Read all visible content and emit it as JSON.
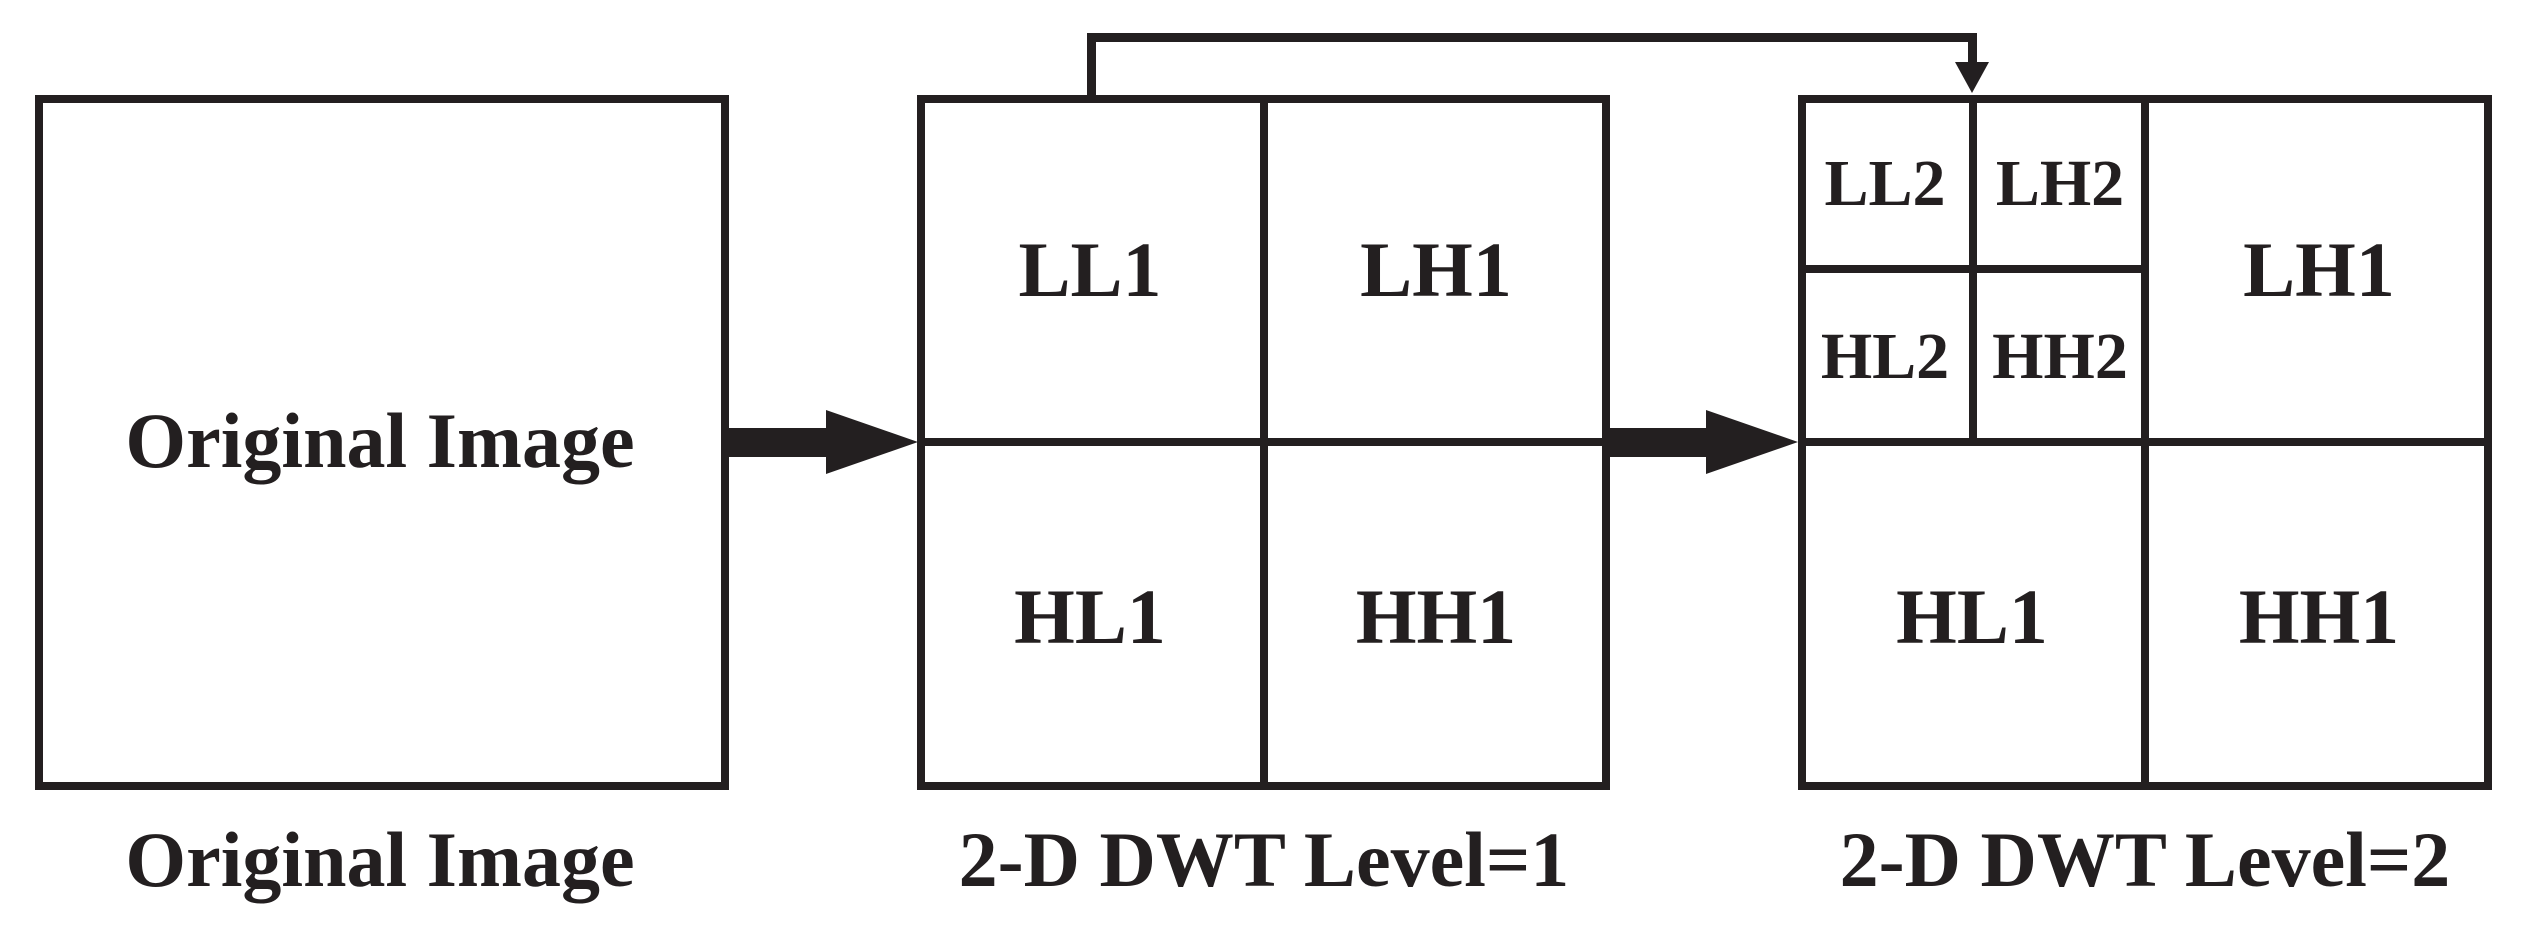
{
  "colors": {
    "ink": "#231f20",
    "background": "#ffffff"
  },
  "panels": {
    "original": {
      "label": "Original Image",
      "caption": "Original Image"
    },
    "level1": {
      "caption": "2-D DWT Level=1",
      "subbands": {
        "ll": "LL1",
        "lh": "LH1",
        "hl": "HL1",
        "hh": "HH1"
      }
    },
    "level2": {
      "caption": "2-D DWT Level=2",
      "level2_subbands": {
        "ll": "LL2",
        "lh": "LH2",
        "hl": "HL2",
        "hh": "HH2"
      },
      "level1_subbands": {
        "lh": "LH1",
        "hl": "HL1",
        "hh": "HH1"
      }
    }
  },
  "arrows": [
    {
      "name": "original-to-level1",
      "style": "thick-block",
      "from": "Original Image",
      "to": "2-D DWT Level=1"
    },
    {
      "name": "level1-to-level2",
      "style": "thick-block",
      "from": "2-D DWT Level=1",
      "to": "2-D DWT Level=2"
    },
    {
      "name": "ll1-feedback",
      "style": "thin-elbow",
      "from": "LL1 top edge of 2-D DWT Level=1",
      "to": "level-2 subband grid of 2-D DWT Level=2"
    }
  ]
}
